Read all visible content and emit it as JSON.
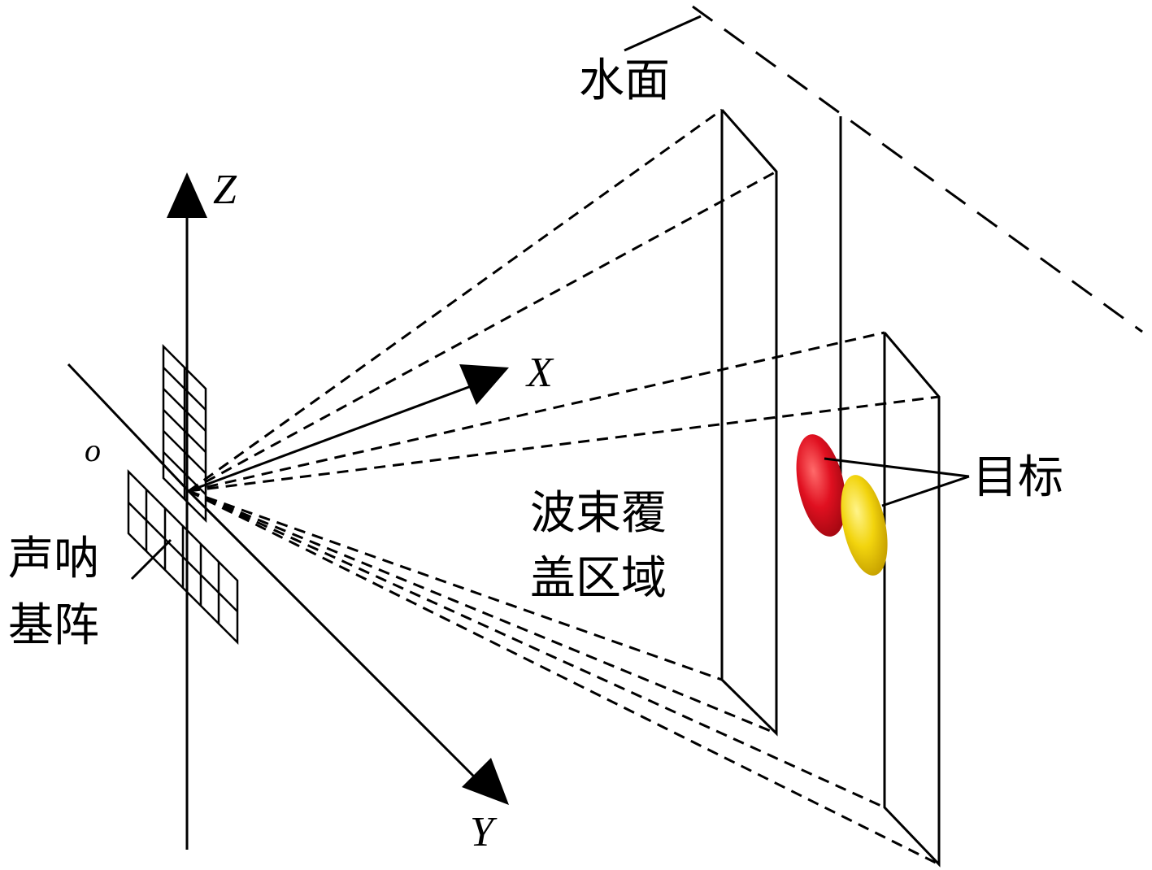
{
  "labels": {
    "z_axis": "Z",
    "x_axis": "X",
    "y_axis": "Y",
    "origin": "o",
    "water_surface": "水面",
    "sonar_array_line1": "声呐",
    "sonar_array_line2": "基阵",
    "beam_coverage_line1": "波束覆",
    "beam_coverage_line2": "盖区域",
    "targets": "目标"
  },
  "colors": {
    "line": "#000000",
    "target_red": "#e01020",
    "target_yellow": "#f2d40e"
  }
}
